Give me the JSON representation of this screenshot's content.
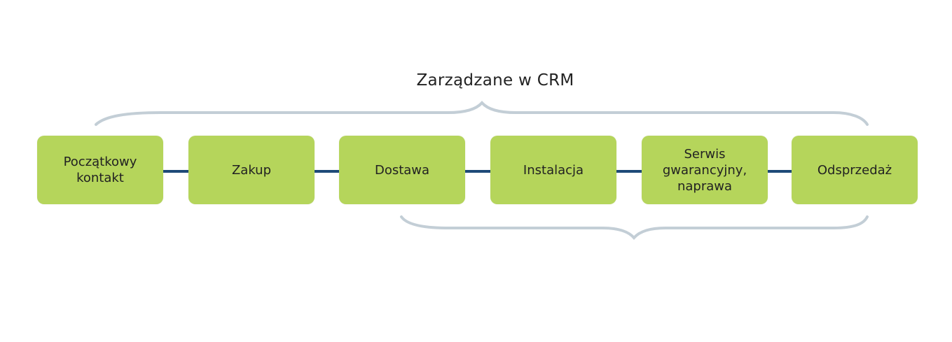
{
  "title": "Zarządzane w CRM",
  "colors": {
    "box_fill": "#b5d55b",
    "connector": "#1e4a78",
    "brace": "#c3ced6",
    "text": "#222222"
  },
  "stages": [
    {
      "label": "Początkowy\nkontakt"
    },
    {
      "label": "Zakup"
    },
    {
      "label": "Dostawa"
    },
    {
      "label": "Instalacja"
    },
    {
      "label": "Serwis\ngwarancyjny,\nnaprawa"
    },
    {
      "label": "Odsprzedaż"
    }
  ],
  "braces": [
    {
      "name": "top-brace",
      "spans": [
        "Początkowy kontakt",
        "Odsprzedaż"
      ],
      "label": "Zarządzane w CRM"
    },
    {
      "name": "bottom-brace",
      "spans": [
        "Dostawa",
        "Odsprzedaż"
      ],
      "label": ""
    }
  ]
}
